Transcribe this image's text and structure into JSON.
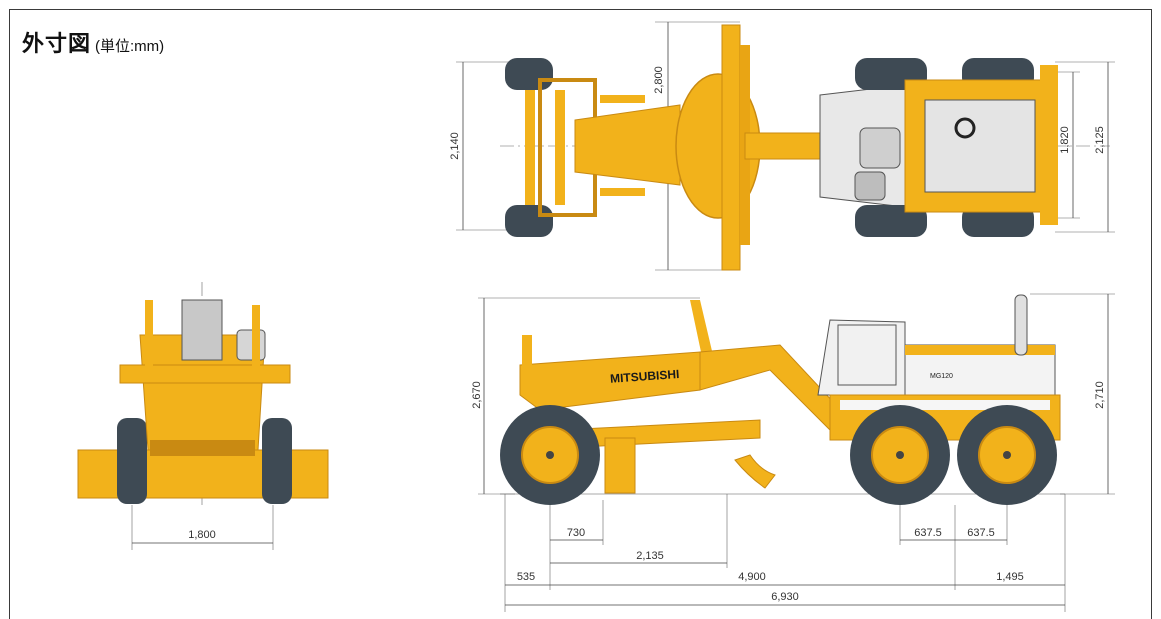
{
  "title": {
    "main": "外寸図",
    "unit": "(単位:mm)"
  },
  "brand": "MITSUBISHI",
  "model_mark": "MG120",
  "dimensions": {
    "top_view": {
      "blade_width": "2,800",
      "front_track_outer": "2,140",
      "rear_width": "2,125",
      "rear_track": "1,820"
    },
    "front_view": {
      "tread": "1,800"
    },
    "side_view": {
      "overall_height": "2,670",
      "cab_height": "2,710",
      "front_to_blade_edge": "730",
      "front_axle_to_blade": "2,135",
      "front_overhang": "535",
      "wheelbase": "4,900",
      "tandem_front": "637.5",
      "tandem_rear": "637.5",
      "rear_overhang": "1,495",
      "overall_length": "6,930"
    }
  },
  "colors": {
    "body": "#F2B21B",
    "body_dark": "#C98A12",
    "tire": "#3E4A54",
    "tire_tread": "#5A6670",
    "line": "#333333"
  }
}
